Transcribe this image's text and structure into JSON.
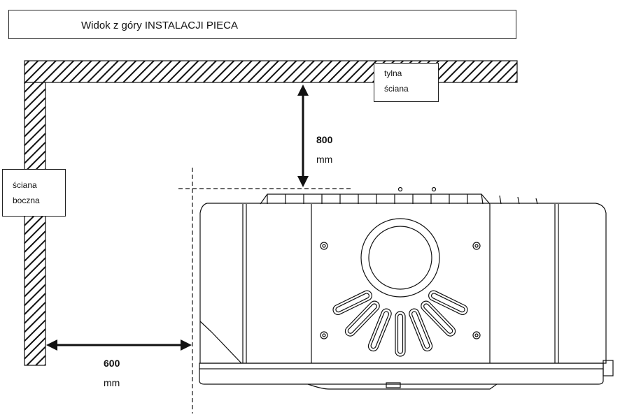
{
  "title": "Widok z góry INSTALACJI PIECA",
  "back_wall": {
    "line1": "tylna",
    "line2": "ściana"
  },
  "side_wall": {
    "line1": "ściana",
    "line2": "boczna"
  },
  "clearance_back": {
    "value": "800",
    "unit": "mm"
  },
  "clearance_side": {
    "value": "600",
    "unit": "mm"
  },
  "colors": {
    "line": "#111111",
    "background": "#ffffff"
  }
}
